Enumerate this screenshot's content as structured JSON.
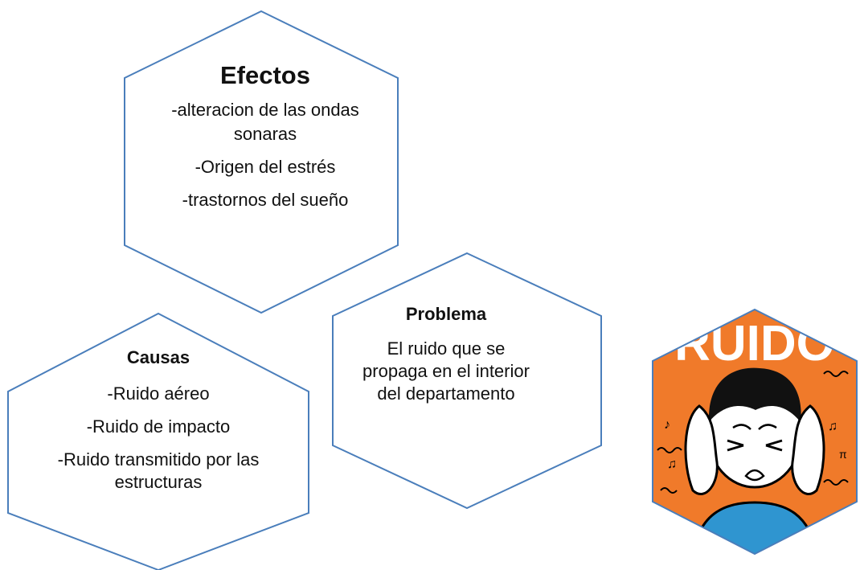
{
  "efectos": {
    "title": "Efectos",
    "items": [
      "-alteracion de  las ondas sonaras",
      "-Origen del estrés",
      "-trastornos del sueño"
    ]
  },
  "problema": {
    "title": "Problema",
    "text": "El ruido  que se propaga  en el interior  del departamento"
  },
  "causas": {
    "title": "Causas",
    "items": [
      "-Ruido aéreo",
      "-Ruido de impacto",
      "-Ruido transmitido por las estructuras"
    ]
  },
  "illustration": {
    "caption": "RUIDO",
    "background_color": "#f07a2a",
    "shirt_color": "#2f95d0",
    "outline_color": "#4a7ebb"
  }
}
